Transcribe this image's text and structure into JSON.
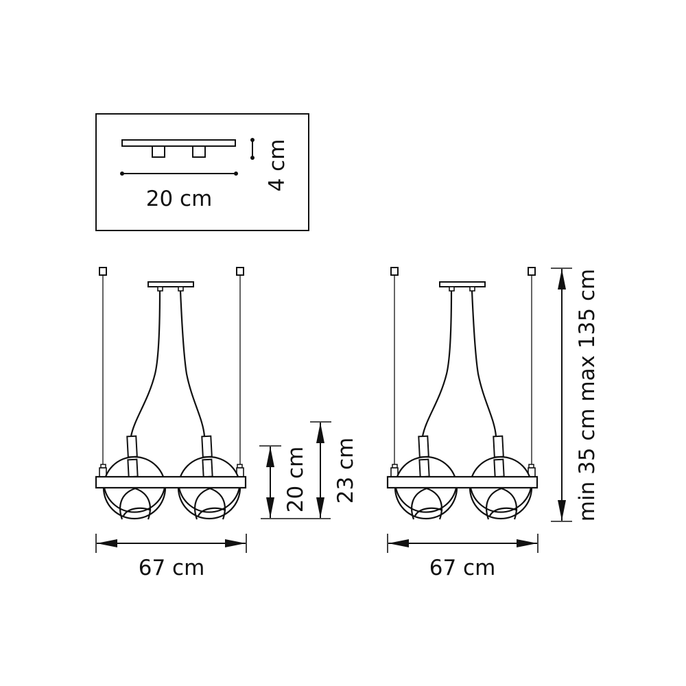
{
  "diagram": {
    "type": "technical-dimension-drawing",
    "subject": "pendant lamp with two spherical shades on horizontal bar",
    "colors": {
      "stroke": "#111111",
      "background": "#ffffff"
    }
  },
  "canopy_detail": {
    "width_label": "20 cm",
    "height_label": "4 cm"
  },
  "front_view": {
    "width_label": "67 cm",
    "shade_height_label": "20 cm",
    "total_fixture_height_label": "23 cm"
  },
  "side_view": {
    "width_label": "67 cm",
    "suspension_height_label": "min 35 cm max 135 cm"
  }
}
